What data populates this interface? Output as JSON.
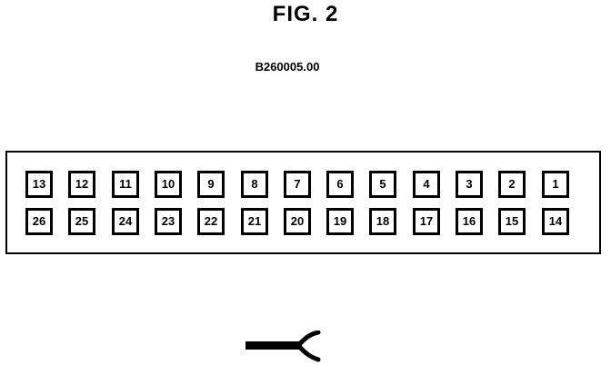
{
  "figure": {
    "title": "FIG. 2",
    "part_number": "B260005.00"
  },
  "connector": {
    "top_row": [
      "13",
      "12",
      "11",
      "10",
      "9",
      "8",
      "7",
      "6",
      "5",
      "4",
      "3",
      "2",
      "1"
    ],
    "bottom_row": [
      "26",
      "25",
      "24",
      "23",
      "22",
      "21",
      "20",
      "19",
      "18",
      "17",
      "16",
      "15",
      "14"
    ]
  },
  "icons": {
    "key_mark": "connector-key-icon"
  },
  "colors": {
    "ink": "#000000",
    "background": "#ffffff"
  }
}
